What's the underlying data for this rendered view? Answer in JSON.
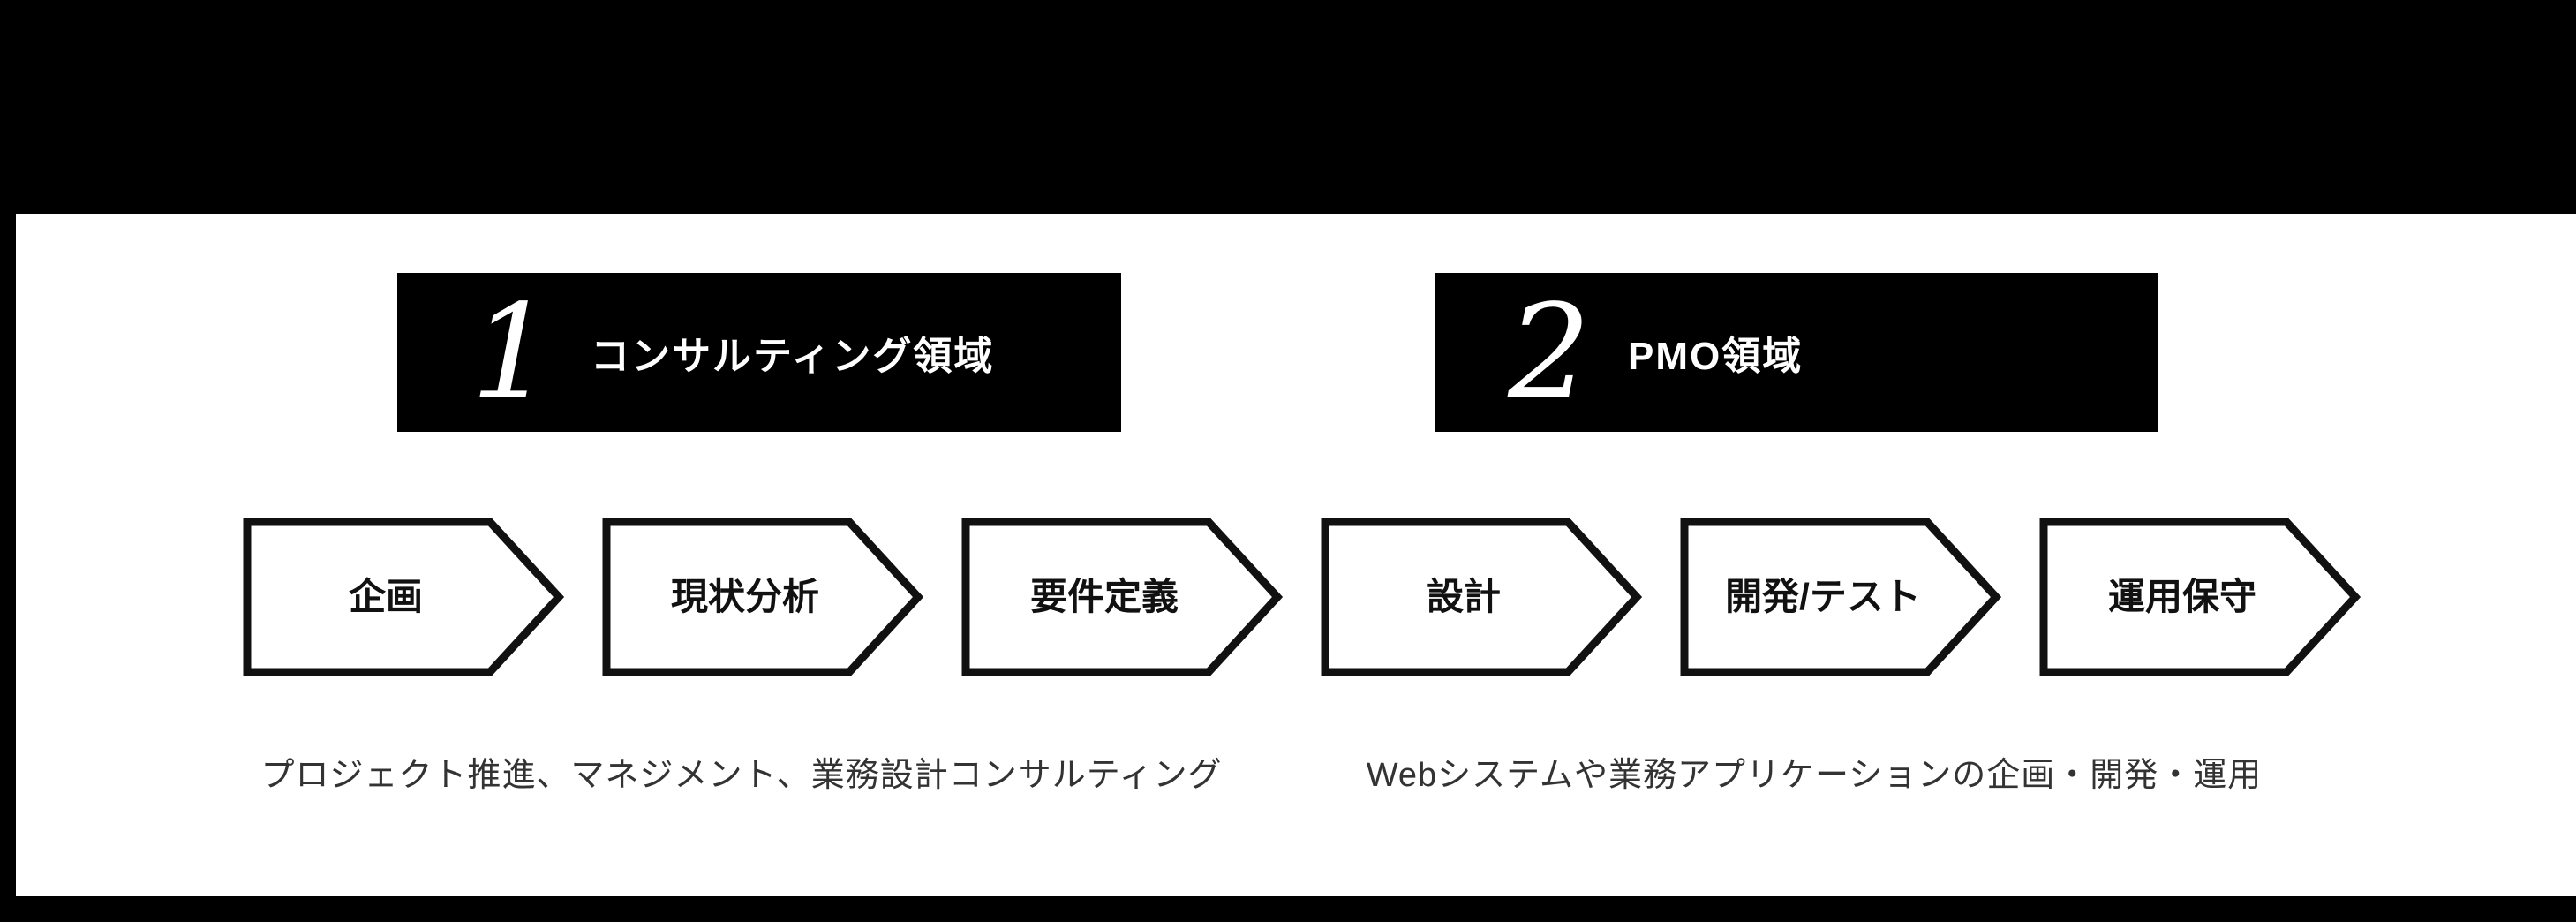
{
  "sections": [
    {
      "number": "1",
      "title": "コンサルティング領域",
      "caption": "プロジェクト推進、マネジメント、業務設計コンサルティング"
    },
    {
      "number": "2",
      "title": "PMO領域",
      "caption": "Webシステムや業務アプリケーションの企画・開発・運用"
    }
  ],
  "phases": [
    {
      "label": "企画"
    },
    {
      "label": "現状分析"
    },
    {
      "label": "要件定義"
    },
    {
      "label": "設計"
    },
    {
      "label": "開発/テスト"
    },
    {
      "label": "運用保守"
    }
  ],
  "colors": {
    "background": "#000000",
    "panel": "#ffffff",
    "box": "#000000",
    "box_text": "#ffffff",
    "arrow_border": "#111111",
    "arrow_text": "#111111",
    "caption_text": "#333333"
  }
}
